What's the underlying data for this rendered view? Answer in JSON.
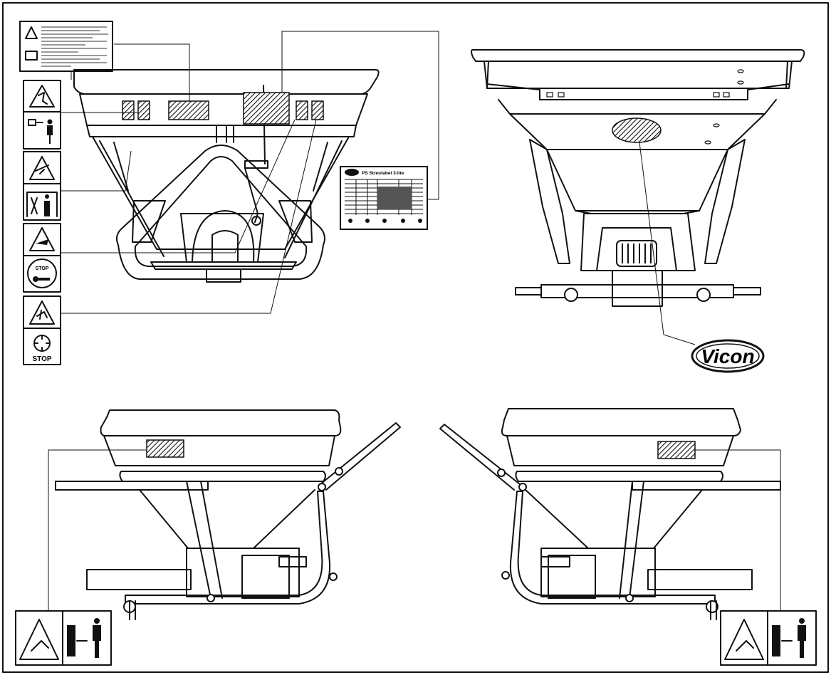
{
  "decals": {
    "stop_text_1": "STOP",
    "stop_text_2": "STOP"
  },
  "brand": {
    "logo_text": "Vicon"
  },
  "calibration_plate": {
    "header": "PS Streutabel 3-lite"
  },
  "colors": {
    "ink": "#111111",
    "paper": "#ffffff"
  },
  "icons": [
    "warning-triangle-icon",
    "manual-book-icon",
    "stop-sign-icon",
    "keep-distance-person-icon",
    "rotating-disc-icon"
  ]
}
